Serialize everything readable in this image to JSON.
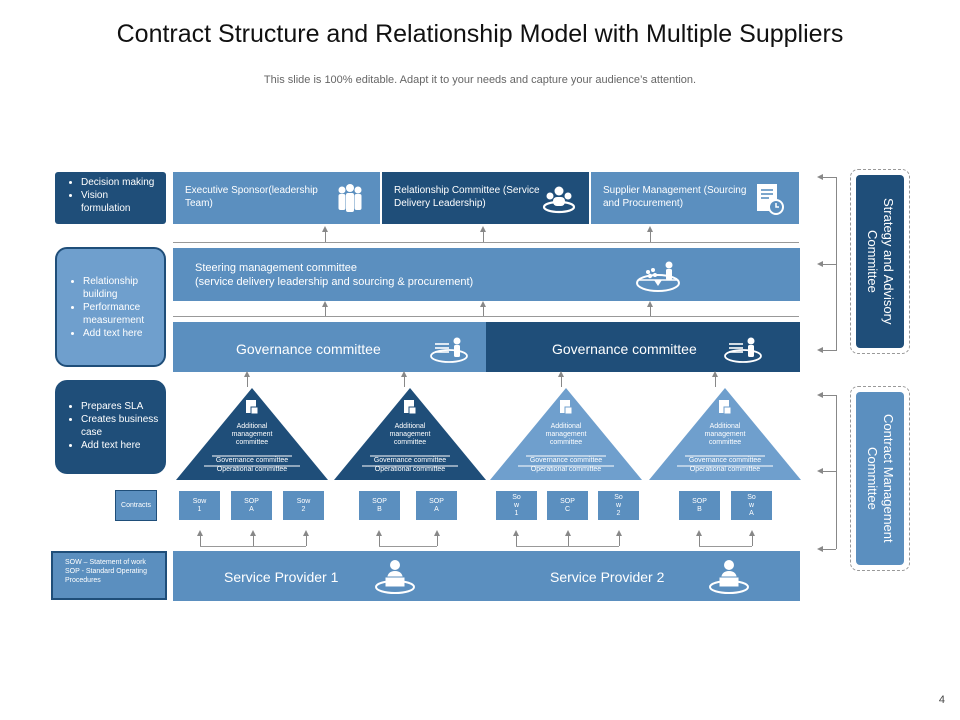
{
  "title": "Contract Structure and Relationship Model with Multiple Suppliers",
  "subtitle": "This slide is 100% editable. Adapt it to your needs and capture your audience’s attention.",
  "page_number": "4",
  "left_notes": {
    "top": [
      "Decision making",
      "Vision formulation"
    ],
    "middle": [
      "Relationship building",
      "Performance measurement",
      "Add text here"
    ],
    "lower": [
      "Prepares SLA",
      "Creates business case",
      "Add text here"
    ],
    "legend": "SOW – Statement of work\nSOP - Standard Operating Procedures"
  },
  "top_row": [
    {
      "label": "Executive Sponsor(leadership Team)",
      "icon": "team-icon"
    },
    {
      "label": "Relationship Committee (Service Delivery Leadership)",
      "icon": "meeting-icon"
    },
    {
      "label": "Supplier Management (Sourcing and Procurement)",
      "icon": "document-clock-icon"
    }
  ],
  "steering": {
    "line1": "Steering management committee",
    "line2": "(service delivery leadership and sourcing & procurement)",
    "icon": "balance-icon"
  },
  "governance": [
    {
      "label": "Governance committee",
      "icon": "presenter-icon"
    },
    {
      "label": "Governance committee",
      "icon": "presenter-icon"
    }
  ],
  "pyramids": [
    {
      "top": "Additional management committee",
      "mid": "Governance committee",
      "bottom": "Operational committee",
      "icon": "document-icon"
    },
    {
      "top": "Additional management committee",
      "mid": "Governance committee",
      "bottom": "Operational committee",
      "icon": "document-icon"
    },
    {
      "top": "Additional management committee",
      "mid": "Governance committee",
      "bottom": "Operational committee",
      "icon": "document-icon"
    },
    {
      "top": "Additional management committee",
      "mid": "Governance committee",
      "bottom": "Operational committee",
      "icon": "document-icon"
    }
  ],
  "contracts_label": "Contracts",
  "small_boxes": [
    "Sow\n1",
    "SOP\nA",
    "Sow\n2",
    "SOP\nB",
    "SOP\nA",
    "So\nw\n1",
    "SOP\nC",
    "So\nw\n2",
    "SOP\nB",
    "So\nw\nA"
  ],
  "providers": [
    {
      "label": "Service Provider 1",
      "icon": "laptop-user-icon"
    },
    {
      "label": "Service Provider 2",
      "icon": "laptop-user-icon"
    }
  ],
  "right_rails": {
    "strategy": "Strategy and Advisory Committee",
    "contract": "Contract Management Committee"
  },
  "colors": {
    "dark": "#1f4e79",
    "mid": "#5b8fbf",
    "light": "#6f9fcd"
  }
}
